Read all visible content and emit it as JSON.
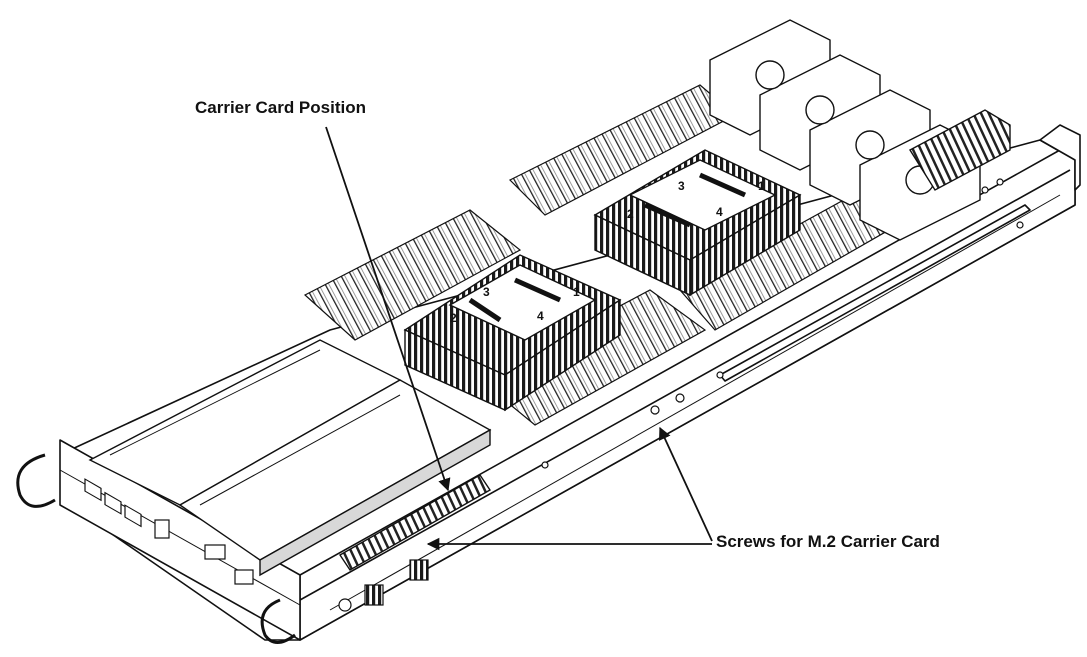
{
  "callouts": {
    "carrier_card_position": "Carrier Card Position",
    "screws_for_m2_carrier_card": "Screws for M.2 Carrier Card"
  },
  "heatsinks": {
    "rear": {
      "numbers": [
        "3",
        "1",
        "2",
        "4"
      ]
    },
    "front": {
      "numbers": [
        "3",
        "1",
        "2",
        "4"
      ]
    }
  },
  "colors": {
    "line": "#111111",
    "heatsink_fin": "#1a1a1a",
    "surface": "#ffffff",
    "shade": "#d8d8d8"
  }
}
